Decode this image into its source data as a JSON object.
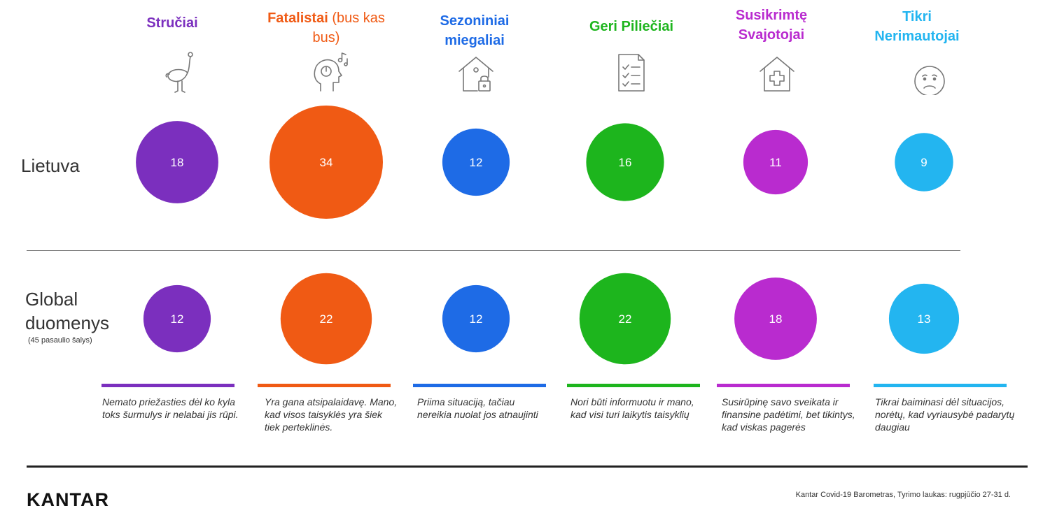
{
  "rows": {
    "lithuania": {
      "label": "Lietuva"
    },
    "global": {
      "label": "Global duomenys",
      "sublabel": "(45 pasaulio šalys)"
    }
  },
  "segments": [
    {
      "name": "Stručiai",
      "name_suffix": "",
      "color": "#7B2FBE",
      "icon": "ostrich-icon",
      "description": "Nemato priežasties dėl ko kyla toks šurmulys ir nelabai jis rūpi."
    },
    {
      "name": "Fatalistai",
      "name_suffix": " (bus kas bus)",
      "color": "#F05A14",
      "icon": "head-music-icon",
      "description": "Yra gana atsipalaidavę. Mano, kad visos taisyklės yra šiek tiek perteklinės."
    },
    {
      "name": "Sezoniniai miegaliai",
      "name_suffix": "",
      "color": "#1E6BE6",
      "icon": "house-lock-icon",
      "description": "Priima situaciją, tačiau nereikia nuolat jos atnaujinti"
    },
    {
      "name": "Geri Piliečiai",
      "name_suffix": "",
      "color": "#1DB51D",
      "icon": "checklist-icon",
      "description": "Nori būti informuotu ir mano, kad visi turi laikytis taisyklių"
    },
    {
      "name": "Susikrimtę Svajotojai",
      "name_suffix": "",
      "color": "#B92BCF",
      "icon": "house-medical-icon",
      "description": "Susirūpinę savo sveikata ir finansine padėtimi, bet tikintys, kad viskas pagerės"
    },
    {
      "name": "Tikri Nerimautojai",
      "name_suffix": "",
      "color": "#23B5F0",
      "icon": "worried-face-icon",
      "description": "Tikrai baiminasi dėl situacijos, norėtų, kad vyriausybė padarytų daugiau"
    }
  ],
  "chart_data": {
    "type": "bubble",
    "categories": [
      "Stručiai",
      "Fatalistai (bus kas bus)",
      "Sezoniniai miegaliai",
      "Geri Piliečiai",
      "Susikrimtę Svajotojai",
      "Tikri Nerimautojai"
    ],
    "series": [
      {
        "name": "Lietuva",
        "values": [
          18,
          34,
          12,
          16,
          11,
          9
        ]
      },
      {
        "name": "Global duomenys",
        "values": [
          12,
          22,
          12,
          22,
          18,
          13
        ]
      }
    ],
    "value_labels": {
      "Lietuva": [
        "18",
        "34",
        "12",
        "16",
        "11",
        "9"
      ],
      "Global duomenys": [
        "12",
        "22",
        "12",
        "22",
        "18",
        "13"
      ]
    }
  },
  "footer": {
    "logo": "KANTAR",
    "source": "Kantar Covid-19 Barometras, Tyrimo laukas: rugpjūčio 27-31 d."
  }
}
